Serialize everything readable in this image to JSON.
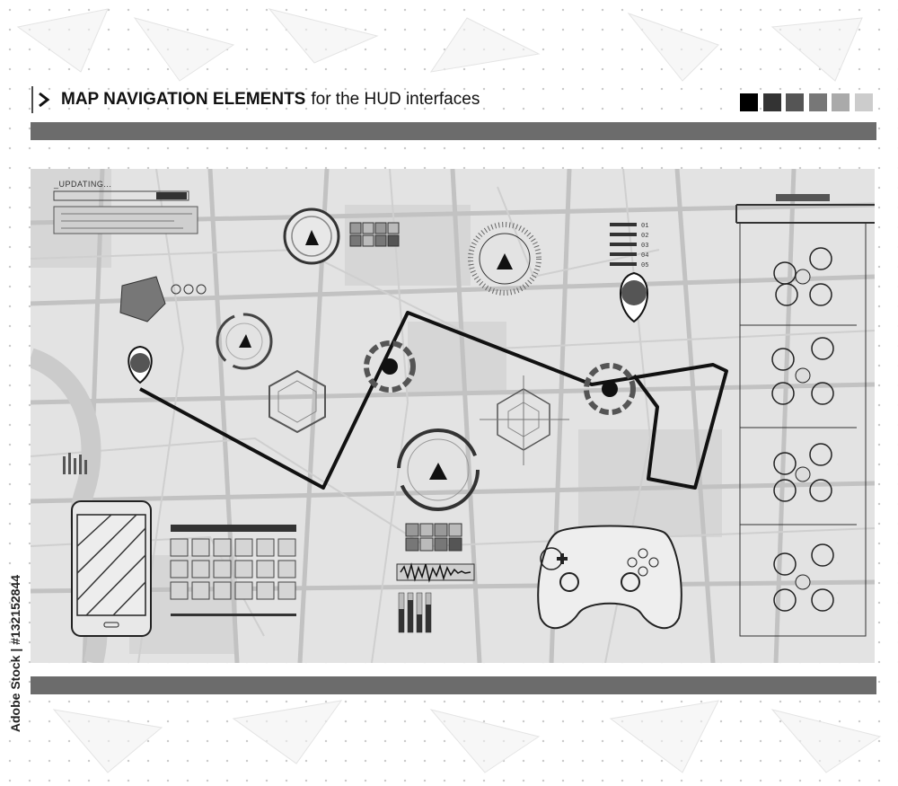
{
  "header": {
    "title_bold": "MAP NAVIGATION ELEMENTS",
    "title_rest": "for the HUD interfaces"
  },
  "palette": [
    "#000000",
    "#333333",
    "#555555",
    "#777777",
    "#aaaaaa",
    "#cccccc"
  ],
  "hud": {
    "updating_label": "_UPDATING...",
    "step_labels": [
      "01",
      "02",
      "03",
      "04",
      "05"
    ]
  },
  "watermark": "Adobe Stock | #132152844",
  "icons": {
    "prompt": "prompt-chevron-icon",
    "pins": "map-pin-icon",
    "nav": "navigation-arrow-icon",
    "phone": "smartphone-icon",
    "gamepad": "gamepad-icon",
    "drone": "quadcopter-drone-icon"
  }
}
